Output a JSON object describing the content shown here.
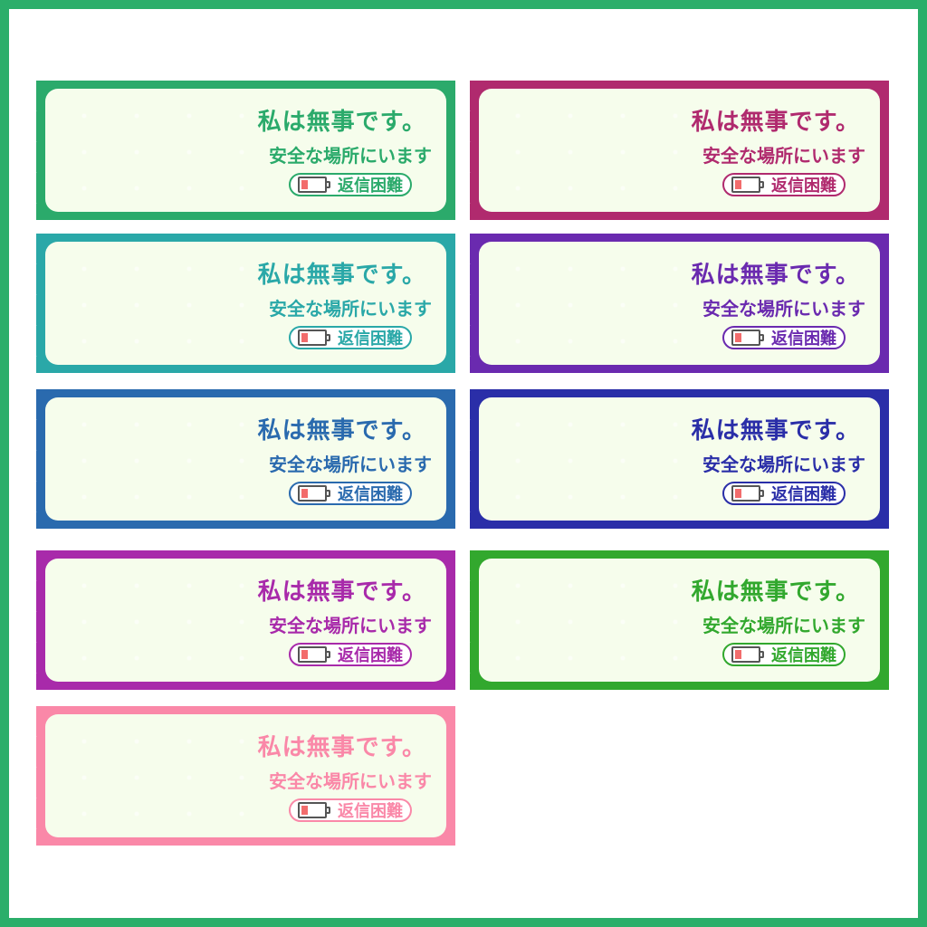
{
  "frame": {
    "border_color": "#2bae6a",
    "background": "#ffffff"
  },
  "cards": [
    {
      "color": "#2baa6b",
      "title": "私は無事です。",
      "subtitle": "安全な場所にいます",
      "badge": "返信困難",
      "battery": "low"
    },
    {
      "color": "#b02a6e",
      "title": "私は無事です。",
      "subtitle": "安全な場所にいます",
      "badge": "返信困難",
      "battery": "low"
    },
    {
      "color": "#2aa8a8",
      "title": "私は無事です。",
      "subtitle": "安全な場所にいます",
      "badge": "返信困難",
      "battery": "low"
    },
    {
      "color": "#6a2aaf",
      "title": "私は無事です。",
      "subtitle": "安全な場所にいます",
      "badge": "返信困難",
      "battery": "low"
    },
    {
      "color": "#2a6aae",
      "title": "私は無事です。",
      "subtitle": "安全な場所にいます",
      "badge": "返信困難",
      "battery": "low"
    },
    {
      "color": "#2a2ea8",
      "title": "私は無事です。",
      "subtitle": "安全な場所にいます",
      "badge": "返信困難",
      "battery": "low"
    },
    {
      "color": "#a82aaa",
      "title": "私は無事です。",
      "subtitle": "安全な場所にいます",
      "badge": "返信困難",
      "battery": "low"
    },
    {
      "color": "#32a82e",
      "title": "私は無事です。",
      "subtitle": "安全な場所にいます",
      "badge": "返信困難",
      "battery": "low"
    },
    {
      "color": "#fa88a8",
      "title": "私は無事です。",
      "subtitle": "安全な場所にいます",
      "badge": "返信困難",
      "battery": "low"
    }
  ]
}
